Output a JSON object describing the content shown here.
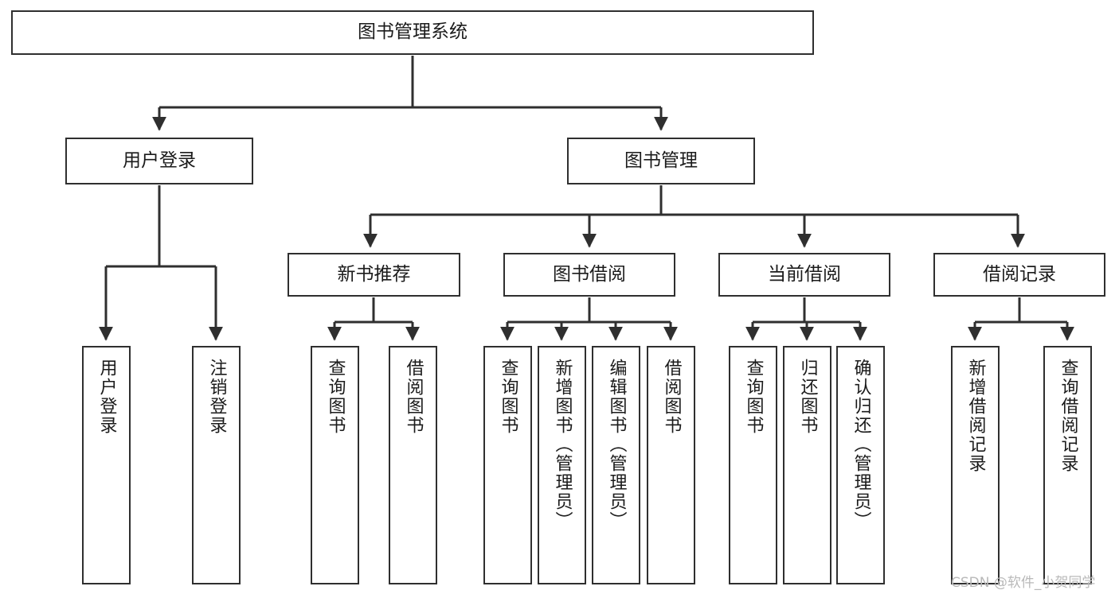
{
  "diagram": {
    "title": "图书管理系统",
    "type": "tree-hierarchy-chart",
    "stroke_color": "#2f2f2f",
    "background_color": "#ffffff",
    "text_color": "#1b1b1b"
  },
  "nodes": {
    "root": {
      "label": "图书管理系统"
    },
    "level2": [
      {
        "id": "user-login",
        "label": "用户登录"
      },
      {
        "id": "book-manage",
        "label": "图书管理"
      }
    ],
    "level3": [
      {
        "id": "new-book-recommend",
        "label": "新书推荐"
      },
      {
        "id": "book-borrow",
        "label": "图书借阅"
      },
      {
        "id": "current-borrow",
        "label": "当前借阅"
      },
      {
        "id": "borrow-record",
        "label": "借阅记录"
      }
    ],
    "leaves": {
      "user_login": [
        {
          "id": "leaf-user-login",
          "label": "用户登录"
        },
        {
          "id": "leaf-logout",
          "label": "注销登录"
        }
      ],
      "new_book_recommend": [
        {
          "id": "leaf-query-book-1",
          "label": "查询图书"
        },
        {
          "id": "leaf-borrow-book-1",
          "label": "借阅图书"
        }
      ],
      "book_borrow": [
        {
          "id": "leaf-query-book-2",
          "label": "查询图书"
        },
        {
          "id": "leaf-add-book",
          "label": "新增图书（管理员）"
        },
        {
          "id": "leaf-edit-book",
          "label": "编辑图书（管理员）"
        },
        {
          "id": "leaf-borrow-book-2",
          "label": "借阅图书"
        }
      ],
      "current_borrow": [
        {
          "id": "leaf-query-book-3",
          "label": "查询图书"
        },
        {
          "id": "leaf-return-book",
          "label": "归还图书"
        },
        {
          "id": "leaf-confirm-return",
          "label": "确认归还（管理员）"
        }
      ],
      "borrow_record": [
        {
          "id": "leaf-add-record",
          "label": "新增借阅记录"
        },
        {
          "id": "leaf-query-record",
          "label": "查询借阅记录"
        }
      ]
    }
  },
  "watermark": {
    "text": "CSDN @软件_小贺同学",
    "color": "#b9b9b9"
  }
}
